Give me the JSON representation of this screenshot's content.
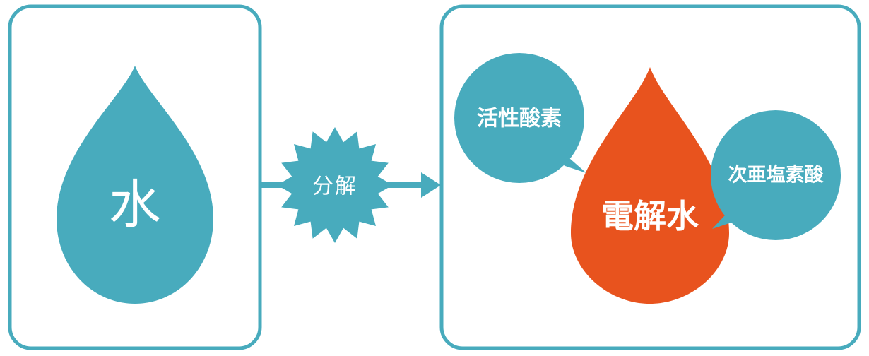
{
  "colors": {
    "teal": "#48abbd",
    "orange": "#e8531e",
    "frame": "#48abbd",
    "text": "#ffffff"
  },
  "left_panel": {
    "drop_label": "水"
  },
  "process": {
    "label": "分解"
  },
  "right_panel": {
    "drop_label": "電解水",
    "bubble_left": "活性酸素",
    "bubble_right": "次亜塩素酸"
  }
}
